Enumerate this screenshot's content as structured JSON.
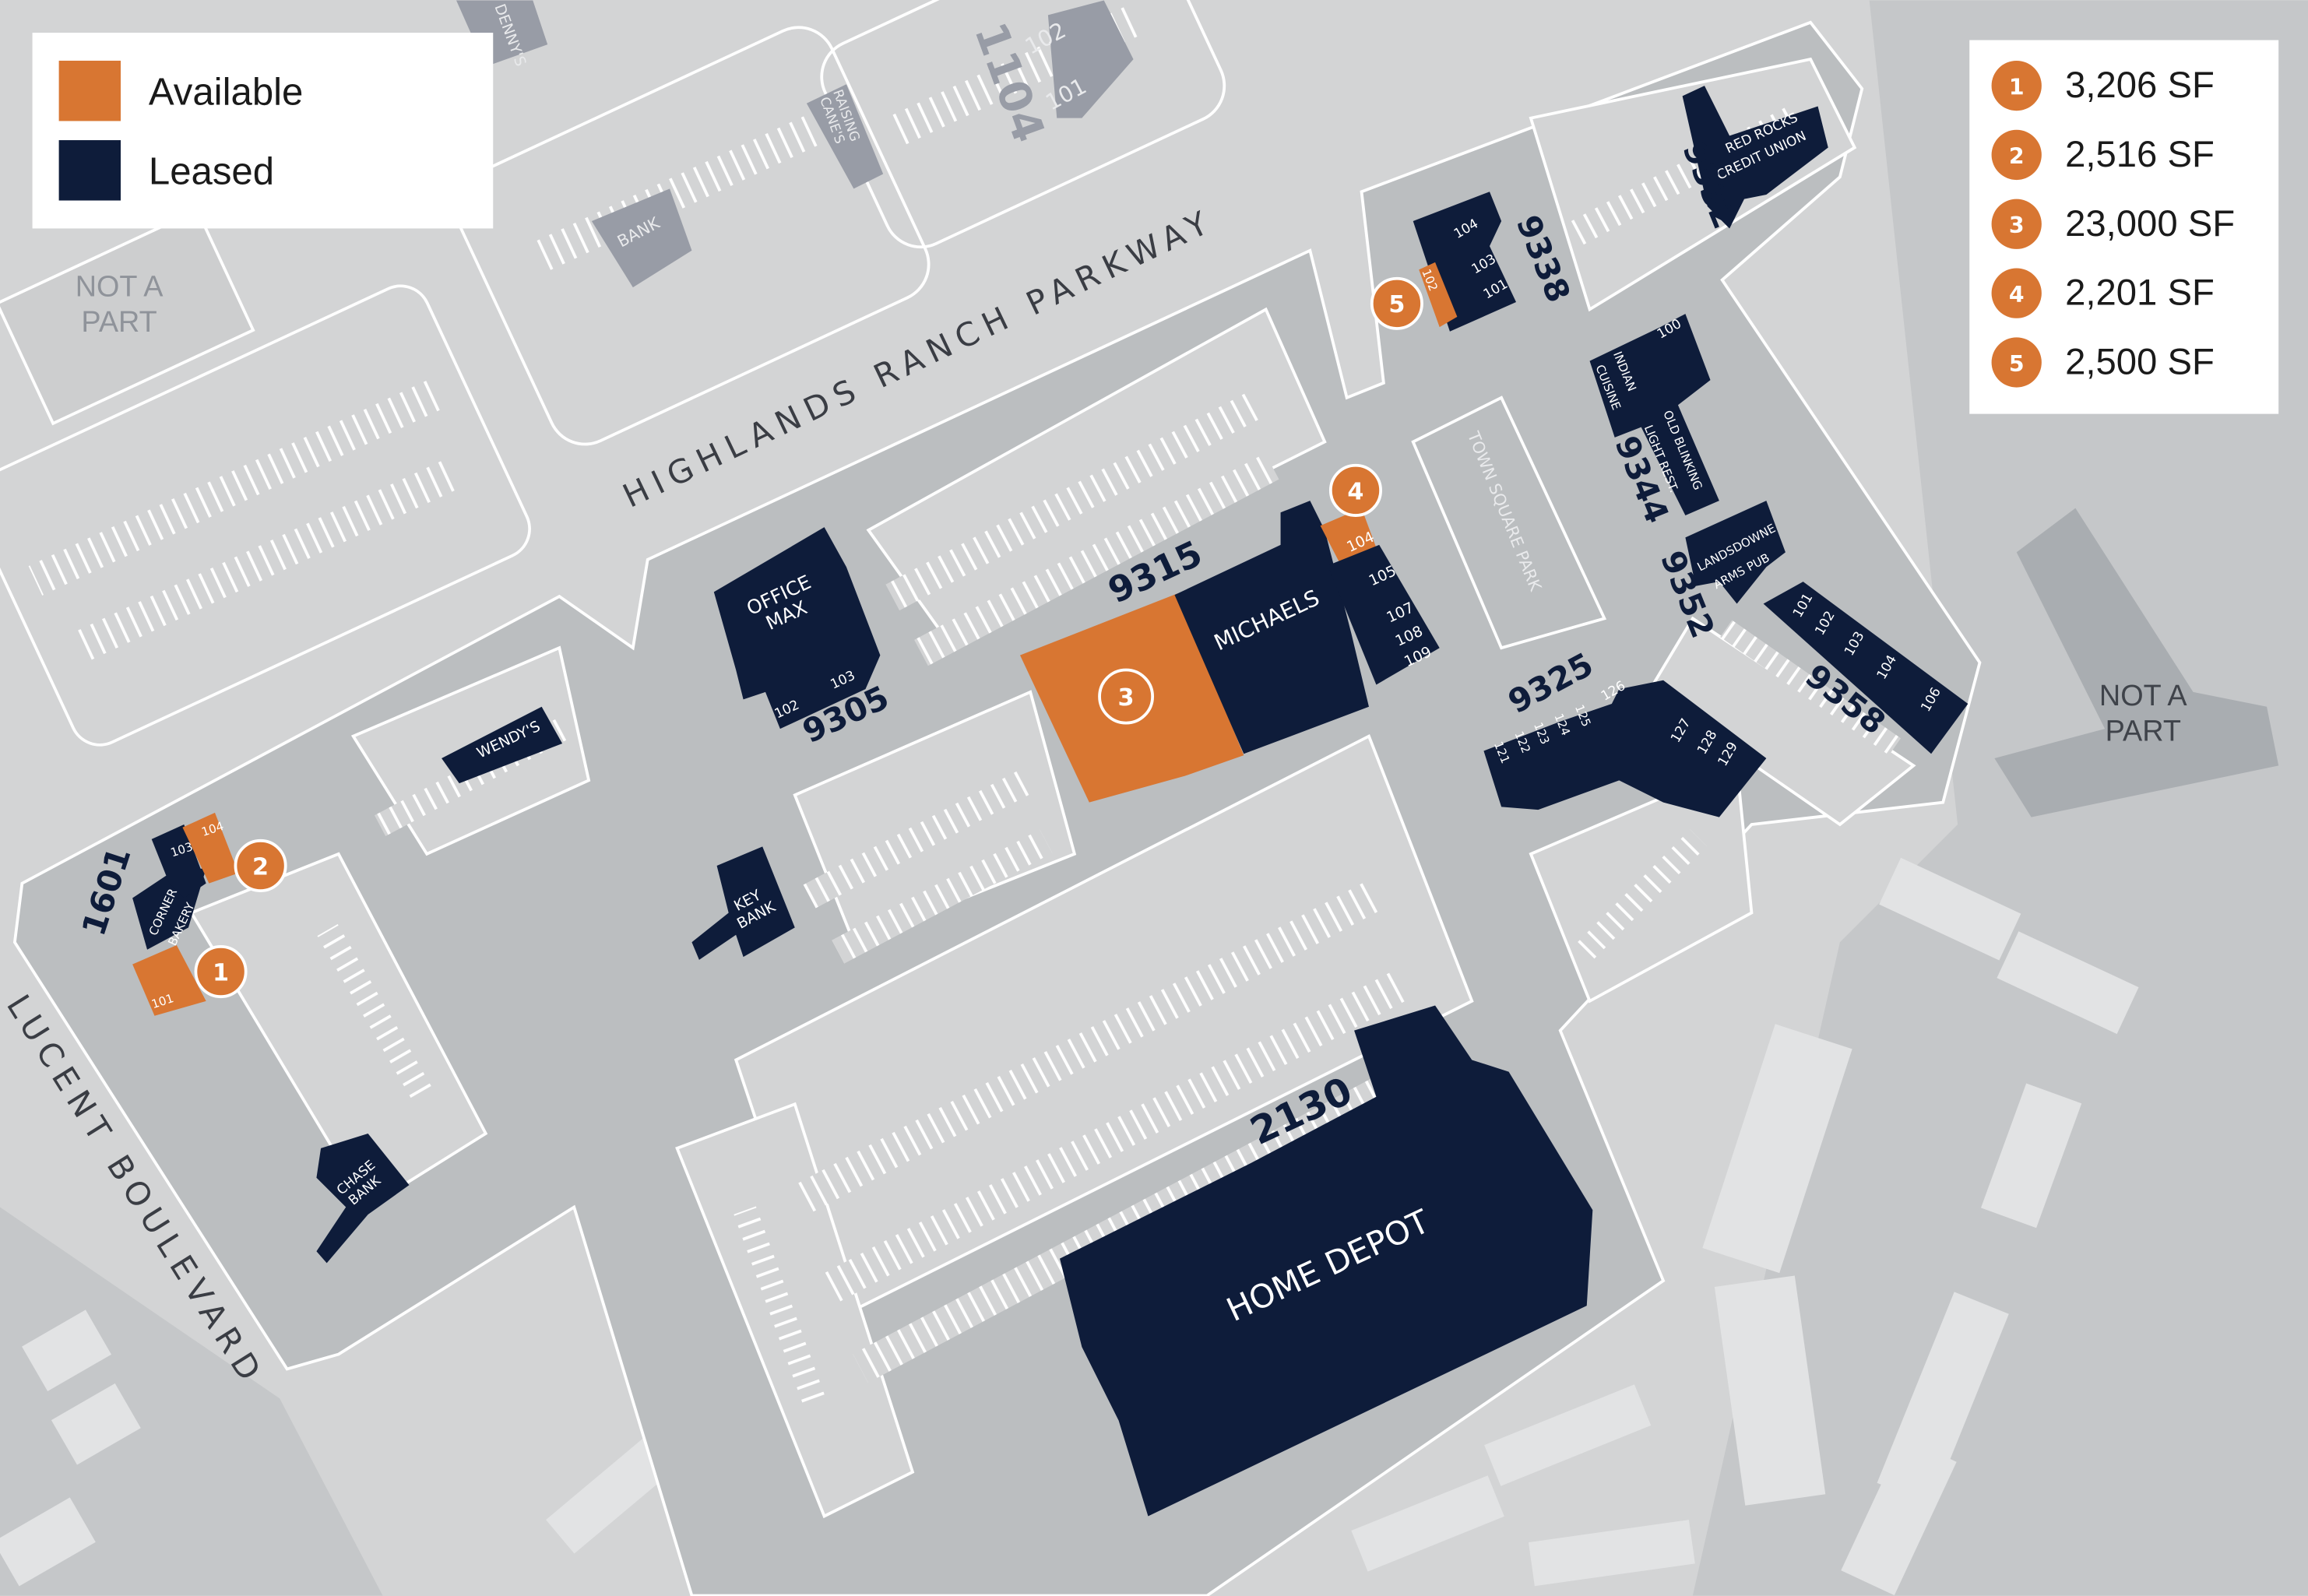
{
  "colors": {
    "available": "#d87632",
    "leased": "#0e1c3a",
    "pad": "#bbbec0",
    "lot": "#d3d4d5",
    "offsite_building": "#989ca6"
  },
  "legend": {
    "items": [
      {
        "label": "Available",
        "color": "#d87632"
      },
      {
        "label": "Leased",
        "color": "#0e1c3a"
      }
    ]
  },
  "availability": [
    {
      "marker": "1",
      "size": "3,206 SF"
    },
    {
      "marker": "2",
      "size": "2,516 SF"
    },
    {
      "marker": "3",
      "size": "23,000 SF"
    },
    {
      "marker": "4",
      "size": "2,201 SF"
    },
    {
      "marker": "5",
      "size": "2,500 SF"
    }
  ],
  "roads": {
    "highlands_ranch": "HIGHLANDS RANCH PARKWAY",
    "lucent": "LUCENT BOULEVARD"
  },
  "not_a_part": {
    "line1": "NOT A",
    "line2": "PART"
  },
  "offsite": {
    "dennys": "DENNY'S",
    "raising_canes_1": "RAISING",
    "raising_canes_2": "CANE'S",
    "bank": "BANK",
    "b1104": "1104",
    "u102": "102",
    "u101": "101"
  },
  "buildings": {
    "home_depot": {
      "address": "2130",
      "name": "HOME DEPOT"
    },
    "b9315": {
      "address": "9315",
      "name": "MICHAELS",
      "units": [
        "104",
        "105",
        "107",
        "108",
        "109"
      ],
      "marker": "3",
      "marker4": "4"
    },
    "b9305": {
      "address": "9305",
      "name1": "OFFICE",
      "name2": "MAX",
      "units": [
        "102",
        "103"
      ]
    },
    "wendys": {
      "name": "WENDY'S"
    },
    "key_bank": {
      "name1": "KEY",
      "name2": "BANK"
    },
    "chase": {
      "name1": "CHASE",
      "name2": "BANK"
    },
    "b1601": {
      "address": "1601",
      "name1": "CORNER",
      "name2": "BAKERY",
      "units": [
        "103",
        "104",
        "101"
      ],
      "marker1": "1",
      "marker2": "2"
    },
    "b9338": {
      "address": "9338",
      "units": [
        "104",
        "103",
        "101",
        "102"
      ],
      "marker": "5"
    },
    "b9332": {
      "address": "9332",
      "name1": "RED ROCKS",
      "name2": "CREDIT UNION"
    },
    "b9344": {
      "address": "9344",
      "unit": "100",
      "name1": "INDIAN",
      "name2": "CUISINE",
      "name3": "OLD BLINKING",
      "name4": "LIGHT REST."
    },
    "b9352": {
      "address": "9352",
      "name1": "LANDSDOWNE",
      "name2": "ARMS PUB"
    },
    "b9358": {
      "address": "9358",
      "units": [
        "101",
        "102",
        "103",
        "104",
        "106"
      ]
    },
    "b9325": {
      "address": "9325",
      "units": [
        "121",
        "122",
        "123",
        "124",
        "125",
        "126",
        "127",
        "128",
        "129"
      ]
    },
    "town_square": "TOWN SQUARE PARK"
  }
}
